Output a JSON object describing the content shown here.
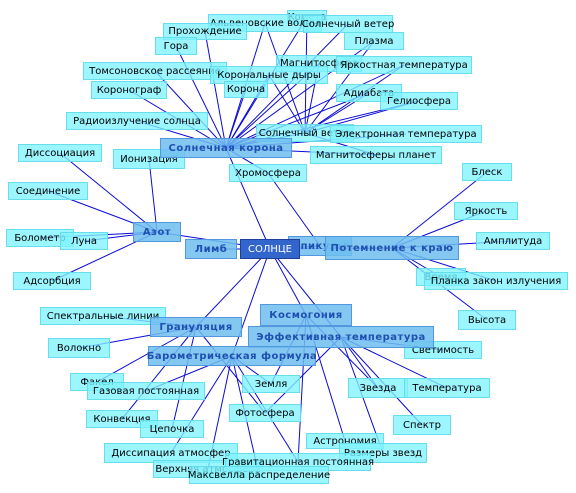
{
  "root": "СОЛНЦЕ",
  "hubs": {
    "corona": "Солнечная корона",
    "nitrogen": "Азот",
    "limb": "Лимб",
    "spicule": "Спикулы",
    "limb_darkening": "Потемнение к краю",
    "granulation": "Грануляция",
    "cosmogony": "Космогония",
    "eff_temp": "Эффективная температура",
    "baro": "Барометрическая формула"
  },
  "leaves": {
    "comet": "Комета",
    "alfven": "Альвеновские волны",
    "solar_wind": "Солнечный ветер",
    "passage": "Прохождение",
    "mountain": "Гора",
    "plasma": "Плазма",
    "magnetosphere": "Магнитосфера",
    "brightness_temp": "Яркостная температура",
    "thomson": "Томсоновское рассеяние",
    "coronal_holes": "Корональные дыры",
    "coronagraph": "Коронограф",
    "corona": "Корона",
    "adiabata": "Адиабата",
    "heliosphere": "Гелиосфера",
    "radio": "Радиоизлучение солнца",
    "solar_wind2": "Солнечный ветер",
    "electron_temp": "Электронная температура",
    "dissociation": "Диссоциация",
    "ionization": "Ионизация",
    "planet_magnetospheres": "Магнитосферы планет",
    "chromosphere": "Хромосфера",
    "shine": "Блеск",
    "compound": "Соединение",
    "brightness": "Яркость",
    "bolometer": "Болометр",
    "moon": "Луна",
    "amplitude": "Амплитуда",
    "time": "Время",
    "planck": "Планка закон излучения",
    "adsorption": "Адсорбция",
    "height": "Высота",
    "spectral_lines": "Спектральные линии",
    "fiber": "Волокно",
    "luminosity": "Светимость",
    "torch": "Факел",
    "gas_const": "Газовая постоянная",
    "earth": "Земля",
    "star": "Звезда",
    "temperature": "Температура",
    "convection": "Конвекция",
    "photosphere": "Фотосфера",
    "chain": "Цепочка",
    "spectrum": "Спектр",
    "astronomy": "Астрономия",
    "atm_dissipation": "Диссипация атмосфер",
    "star_sizes": "Размеры звезд",
    "upper_atm": "Верхняя атмосфера",
    "grav_const": "Гравитационная постоянная",
    "maxwell": "Максвелла распределение"
  },
  "colors": {
    "edge": "#0a0ad6",
    "leaf_fill": "#80f4ff",
    "hub_fill": "#6ebef0",
    "hub_text": "#1f4fb0",
    "root_fill": "#3366cc"
  }
}
